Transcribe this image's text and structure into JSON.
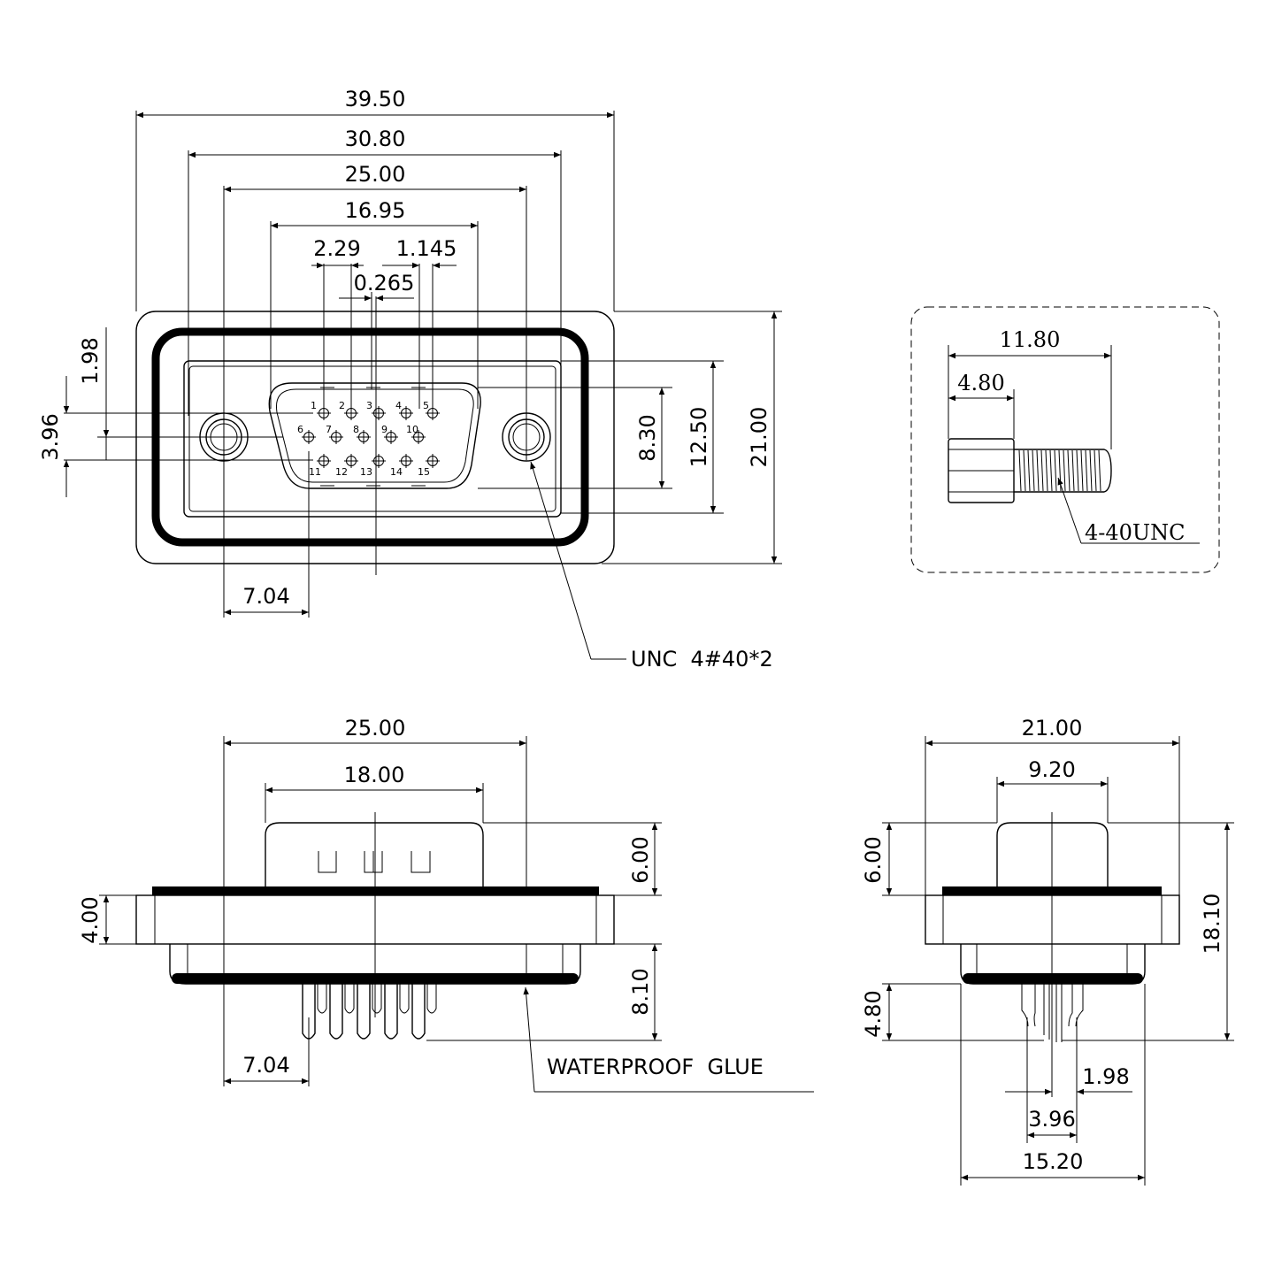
{
  "front_view": {
    "dimensions": {
      "overall_width": "39.50",
      "flange_width": "30.80",
      "mount_hole_spacing": "25.00",
      "shell_width": "16.95",
      "pin_pitch": "2.29",
      "half_pitch": "1.145",
      "offset": "0.265",
      "row_pitch_small": "1.98",
      "row_pitch": "3.96",
      "shell_height": "8.30",
      "inner_height": "12.50",
      "overall_height": "21.00",
      "hole_to_pin": "7.04"
    },
    "pin_numbers": [
      "1",
      "2",
      "3",
      "4",
      "5",
      "6",
      "7",
      "8",
      "9",
      "10",
      "11",
      "12",
      "13",
      "14",
      "15"
    ],
    "callout": "UNC  4#40*2"
  },
  "screw_detail": {
    "total_length": "11.80",
    "head_length": "4.80",
    "thread_label": "4-40UNC"
  },
  "side_view": {
    "dimensions": {
      "width": "25.00",
      "shell_width": "18.00",
      "shell_height": "6.00",
      "flange_thickness": "4.00",
      "pin_length": "8.10",
      "hole_to_pin": "7.04"
    },
    "callout": "WATERPROOF  GLUE"
  },
  "end_view": {
    "dimensions": {
      "width": "21.00",
      "shell_width": "9.20",
      "shell_height": "6.00",
      "total_height": "18.10",
      "pin_length": "4.80",
      "row_pitch_small": "1.98",
      "row_pitch": "3.96",
      "body_width": "15.20"
    }
  }
}
